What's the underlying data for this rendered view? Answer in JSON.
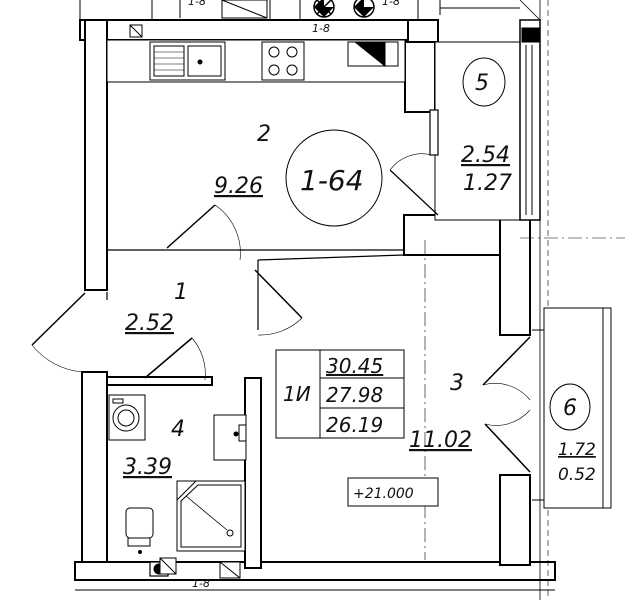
{
  "apartment": {
    "code": "1-64",
    "type": "1И",
    "area_total": "30.45",
    "area_living_total": "27.98",
    "area_net": "26.19",
    "floor_level": "+21.000"
  },
  "rooms": [
    {
      "number": "1",
      "area": "2.52"
    },
    {
      "number": "2",
      "area": "9.26"
    },
    {
      "number": "3",
      "area": "11.02"
    },
    {
      "number": "4",
      "area": "3.39"
    },
    {
      "number": "5",
      "area": "2.54",
      "area_reduced": "1.27"
    },
    {
      "number": "6",
      "area": "1.72",
      "area_reduced": "0.52"
    }
  ],
  "section_marks": [
    "1-8",
    "1-8",
    "1-8",
    "1-8"
  ]
}
